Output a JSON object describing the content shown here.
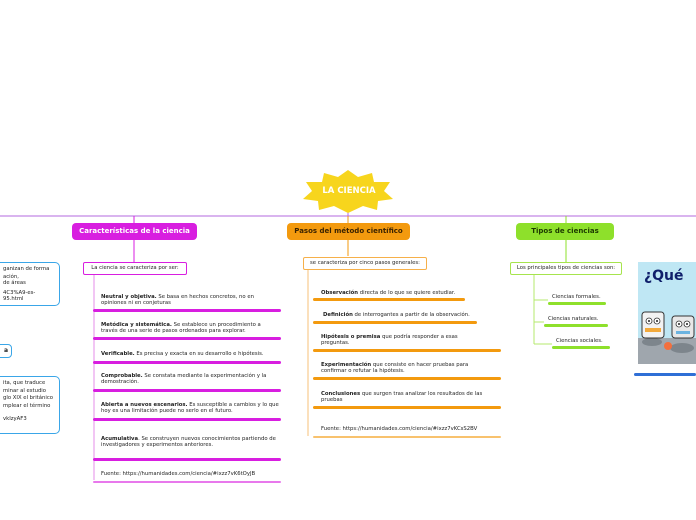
{
  "root": {
    "title": "LA CIENCIA"
  },
  "branches": {
    "caracteristicas": {
      "title": "Características de la ciencia",
      "subtitle": "La ciencia se caracteriza por ser:",
      "items": [
        {
          "bold": "Neutral y objetiva.",
          "text": " Se basa en hechos concretos, no en opiniones ni en conjeturas"
        },
        {
          "bold": "Metódica y sistemática.",
          "text": " Se establece un procedimiento a través de una serie de pasos ordenados para explorar."
        },
        {
          "bold": "Verificable.",
          "text": " Es precisa y exacta en su desarrollo e hipótesis."
        },
        {
          "bold": "Comprobable.",
          "text": " Se constata mediante la experimentación y la demostración."
        },
        {
          "bold": "Abierta a nuevos escenarios.",
          "text": " Es susceptible a cambios y lo que hoy es una limitación puede no serlo en el futuro."
        },
        {
          "bold": "Acumulativa",
          "text": ". Se construyen nuevos conocimientos partiendo de investigadores y experimentos anteriores."
        }
      ],
      "source": "Fuente: https://humanidades.com/ciencia/#ixzz7vK6tOyJB"
    },
    "pasos": {
      "title": "Pasos del método científico",
      "subtitle": "se caracteriza por cinco pasos generales:",
      "items": [
        {
          "bold": "Observación",
          "text": " directa de lo que se quiere estudiar."
        },
        {
          "bold": "Definición",
          "text": " de interrogantes a partir de la observación."
        },
        {
          "bold": "Hipótesis o premisa",
          "text": " que podría responder a esas preguntas."
        },
        {
          "bold": "Experimentación",
          "text": " que consiste en hacer pruebas para confirmar o refutar la hipótesis."
        },
        {
          "bold": "Conclusiones",
          "text": " que surgen tras analizar los resultados de las pruebas"
        }
      ],
      "source": "Fuente: https://humanidades.com/ciencia/#ixzz7vKCsS2BV"
    },
    "tipos": {
      "title": "Tipos de ciencias",
      "subtitle": "Los principales tipos de ciencias son:",
      "items": [
        "Ciencias formales.",
        "Ciencias naturales.",
        "Ciencias sociales."
      ]
    }
  },
  "left": {
    "box1_lines": [
      "ganizan de forma",
      "ación,",
      "de áreas",
      "",
      "4C3%A9-es-",
      "95.html"
    ],
    "label": "a",
    "box2_lines": [
      "ita, que traduce",
      "minar al estudio",
      "glo XIX el británico",
      "mplear el término",
      "",
      "vkIzyAF3"
    ]
  },
  "image": {
    "caption": "¿Qué"
  },
  "colors": {
    "pink": "#d81ee0",
    "orange": "#f39a0e",
    "green": "#8ee02b",
    "blue": "#3aa6e8",
    "root": "#f7d51d"
  }
}
